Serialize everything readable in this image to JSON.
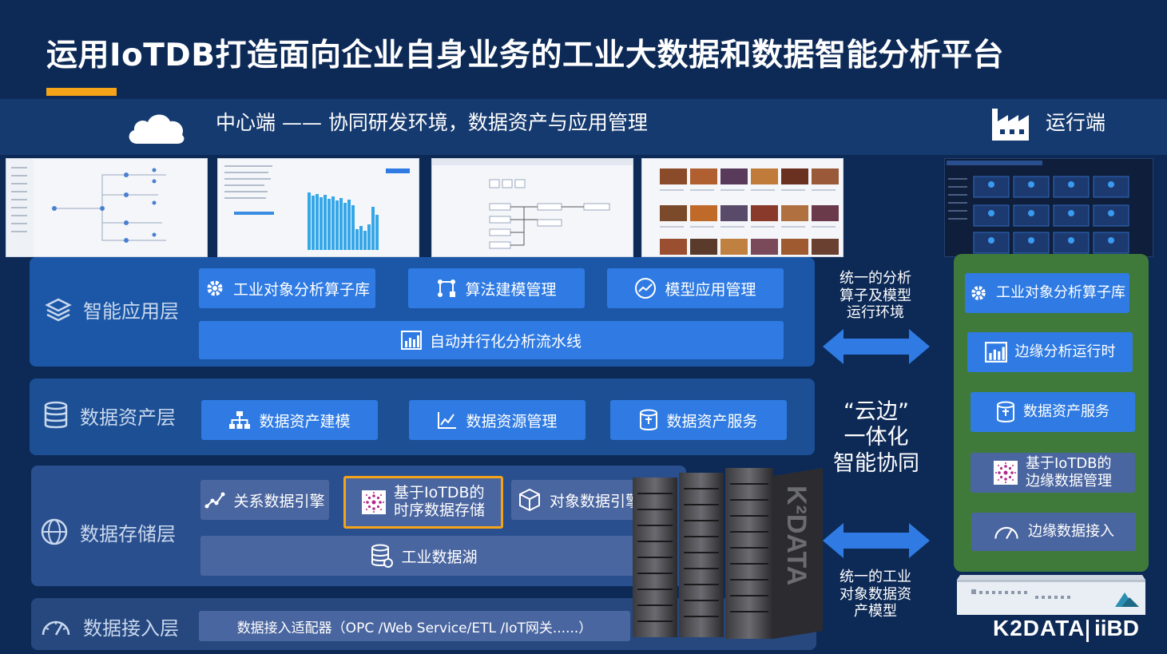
{
  "title": "运用IoTDB打造面向企业自身业务的工业大数据和数据智能分析平台",
  "center_label": "中心端 —— 协同研发环境，数据资产与应用管理",
  "run_label": "运行端",
  "layers": {
    "app": {
      "label": "智能应用层",
      "modules": [
        "工业对象分析算子库",
        "算法建模管理",
        "模型应用管理"
      ],
      "pipeline": "自动并行化分析流水线"
    },
    "asset": {
      "label": "数据资产层",
      "modules": [
        "数据资产建模",
        "数据资源管理",
        "数据资产服务"
      ]
    },
    "storage": {
      "label": "数据存储层",
      "relational": "关系数据引擎",
      "timeseries_line1": "基于IoTDB的",
      "timeseries_line2": "时序数据存储",
      "object": "对象数据引擎",
      "lake": "工业数据湖"
    },
    "access": {
      "label": "数据接入层",
      "adapter": "数据接入适配器（OPC /Web Service/ETL /IoT网关......）"
    }
  },
  "middle": {
    "top_lines": [
      "统一的分析",
      "算子及模型",
      "运行环境"
    ],
    "cloud_edge_lines": [
      "“云边”",
      "一体化",
      "智能协同"
    ],
    "bottom_lines": [
      "统一的工业",
      "对象数据资",
      "产模型"
    ]
  },
  "edge": {
    "modules": [
      "工业对象分析算子库",
      "边缘分析运行时",
      "数据资产服务"
    ],
    "edge_mgmt_line1": "基于IoTDB的",
    "edge_mgmt_line2": "边缘数据管理",
    "edge_access": "边缘数据接入"
  },
  "server_brand": "K²DATA",
  "logos": {
    "k2data": "K2DATA",
    "iibd": "iiBD"
  },
  "colors": {
    "accent": "#f5a318",
    "module_blue": "#2f7be3",
    "layer_blue": "#1b57a6",
    "edge_green": "#3f7a3a",
    "arrow_blue": "#2f7be3"
  }
}
